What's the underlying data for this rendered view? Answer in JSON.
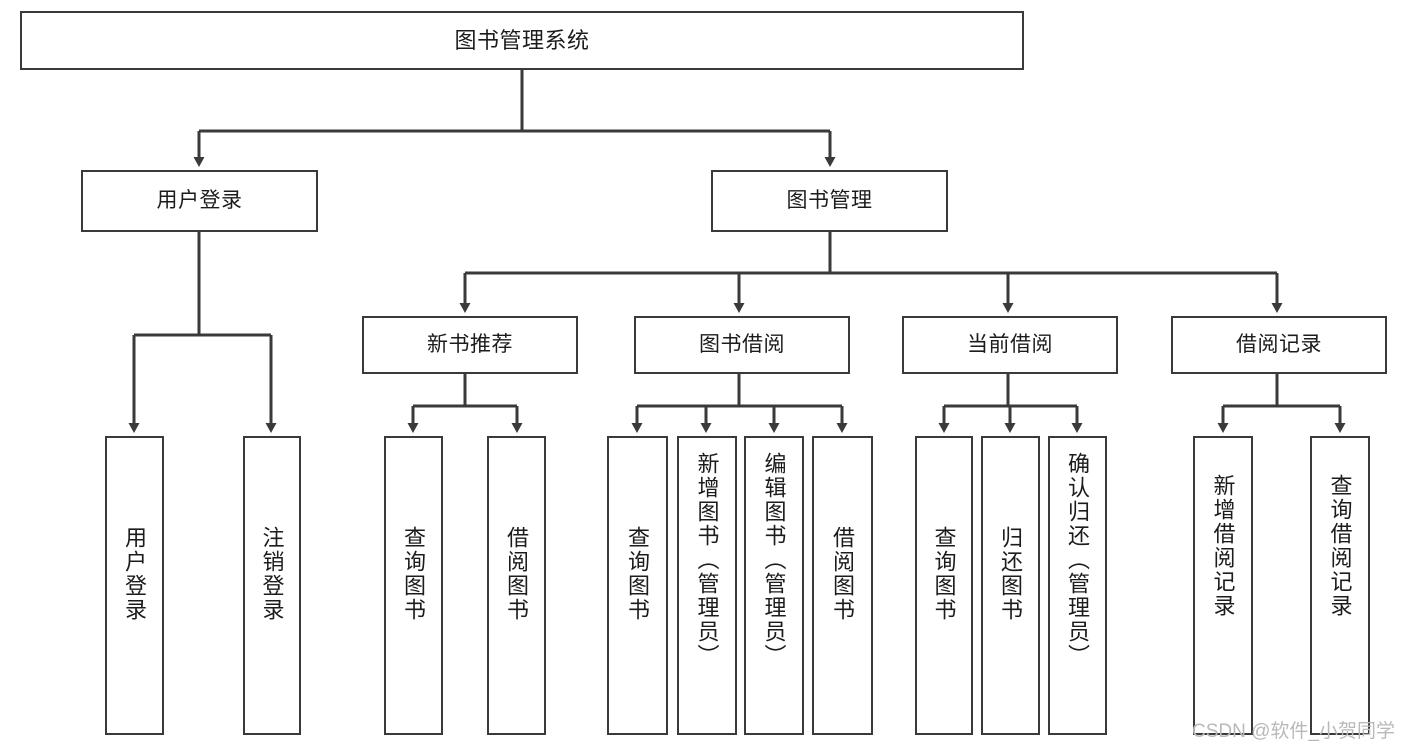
{
  "diagram": {
    "title": "图书管理系统",
    "type": "hierarchy-tree",
    "orientation": "top-down",
    "box_stroke_color": "#3a3a3a",
    "box_fill_color": "#ffffff",
    "connector_color": "#3a3a3a",
    "background_color": "#ffffff",
    "levels": [
      {
        "level": 1,
        "nodes": [
          {
            "id": "root",
            "label": "图书管理系统",
            "text_direction": "horizontal"
          }
        ]
      },
      {
        "level": 2,
        "nodes": [
          {
            "id": "user_login",
            "label": "用户登录",
            "parent": "root",
            "text_direction": "horizontal"
          },
          {
            "id": "book_mgmt",
            "label": "图书管理",
            "parent": "root",
            "text_direction": "horizontal"
          }
        ]
      },
      {
        "level": 3,
        "nodes": [
          {
            "id": "new_book_rec",
            "label": "新书推荐",
            "parent": "book_mgmt",
            "text_direction": "horizontal"
          },
          {
            "id": "book_borrow",
            "label": "图书借阅",
            "parent": "book_mgmt",
            "text_direction": "horizontal"
          },
          {
            "id": "current_borrow",
            "label": "当前借阅",
            "parent": "book_mgmt",
            "text_direction": "horizontal"
          },
          {
            "id": "borrow_record",
            "label": "借阅记录",
            "parent": "book_mgmt",
            "text_direction": "horizontal"
          }
        ]
      },
      {
        "level": 4,
        "nodes": [
          {
            "id": "leaf_user_login",
            "label": "用户登录",
            "parent": "user_login",
            "text_direction": "vertical"
          },
          {
            "id": "leaf_logout",
            "label": "注销登录",
            "parent": "user_login",
            "text_direction": "vertical"
          },
          {
            "id": "leaf_query_book_1",
            "label": "查询图书",
            "parent": "new_book_rec",
            "text_direction": "vertical"
          },
          {
            "id": "leaf_borrow_book_1",
            "label": "借阅图书",
            "parent": "new_book_rec",
            "text_direction": "vertical"
          },
          {
            "id": "leaf_query_book_2",
            "label": "查询图书",
            "parent": "book_borrow",
            "text_direction": "vertical"
          },
          {
            "id": "leaf_add_book",
            "label": "新增图书（管理员）",
            "parent": "book_borrow",
            "text_direction": "vertical"
          },
          {
            "id": "leaf_edit_book",
            "label": "编辑图书（管理员）",
            "parent": "book_borrow",
            "text_direction": "vertical"
          },
          {
            "id": "leaf_borrow_book_2",
            "label": "借阅图书",
            "parent": "book_borrow",
            "text_direction": "vertical"
          },
          {
            "id": "leaf_query_book_3",
            "label": "查询图书",
            "parent": "current_borrow",
            "text_direction": "vertical"
          },
          {
            "id": "leaf_return_book",
            "label": "归还图书",
            "parent": "current_borrow",
            "text_direction": "vertical"
          },
          {
            "id": "leaf_confirm_return",
            "label": "确认归还（管理员）",
            "parent": "current_borrow",
            "text_direction": "vertical"
          },
          {
            "id": "leaf_add_record",
            "label": "新增借阅记录",
            "parent": "borrow_record",
            "text_direction": "vertical"
          },
          {
            "id": "leaf_query_record",
            "label": "查询借阅记录",
            "parent": "borrow_record",
            "text_direction": "vertical"
          }
        ]
      }
    ]
  },
  "watermark": {
    "text": "CSDN @软件_小贺同学",
    "color": "#b9b9b9"
  }
}
